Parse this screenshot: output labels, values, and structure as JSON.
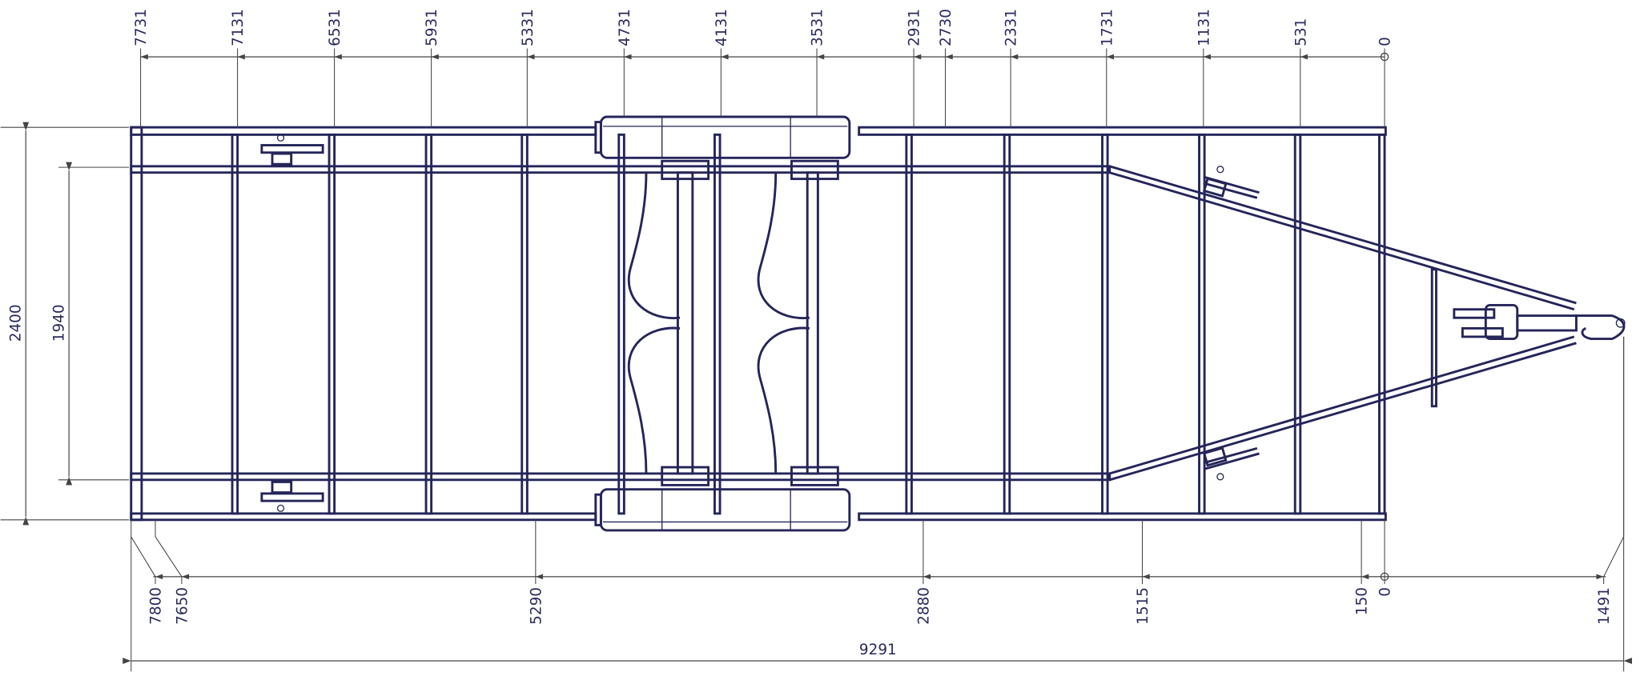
{
  "drawing": {
    "top_dimensions": [
      "7731",
      "7131",
      "6531",
      "5931",
      "5331",
      "4731",
      "4131",
      "3531",
      "2931",
      "2730",
      "2331",
      "1731",
      "1131",
      "531",
      "0"
    ],
    "bottom_dimensions": [
      "7800",
      "7650",
      "5290",
      "2880",
      "1515",
      "150",
      "0",
      "1491"
    ],
    "overall_length": "9291",
    "overall_width": "2400",
    "inner_width": "1940",
    "line_color": "#25255a"
  }
}
